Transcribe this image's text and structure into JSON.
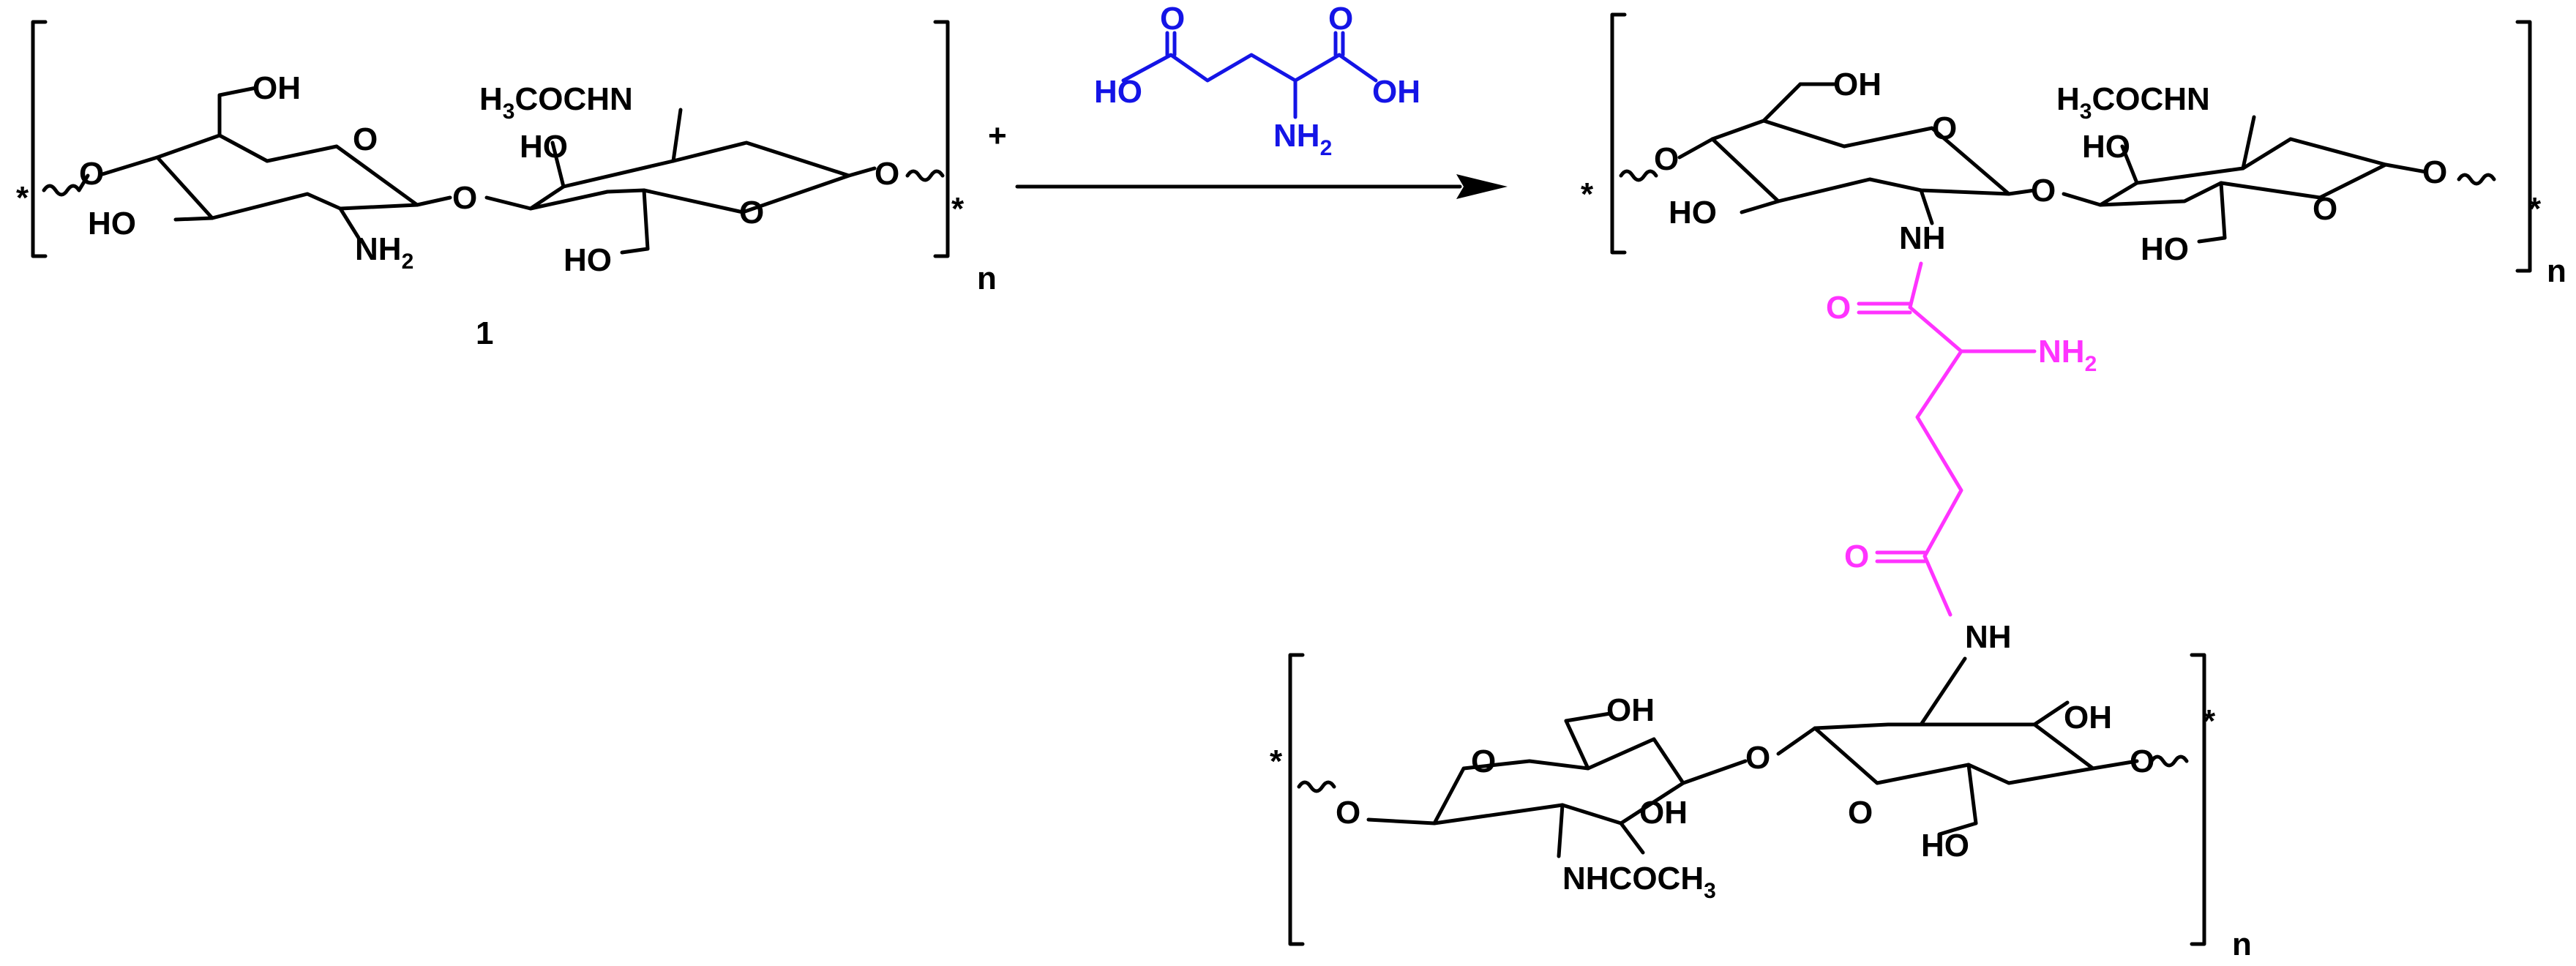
{
  "colors": {
    "black": "#000000",
    "reagent": "#1414e6",
    "linker": "#ff33ff"
  },
  "labels": {
    "oh": "OH",
    "ho": "HO",
    "o": "O",
    "nh": "NH",
    "nh2_base": "NH",
    "sub2": "2",
    "sub3": "3",
    "acetamido_top_a": "H",
    "acetamido_top_b": "COCHN",
    "acetamido_bottom_a": "NHCOCH",
    "star": "*",
    "n": "n",
    "plus": "+",
    "compound_number": "1"
  }
}
